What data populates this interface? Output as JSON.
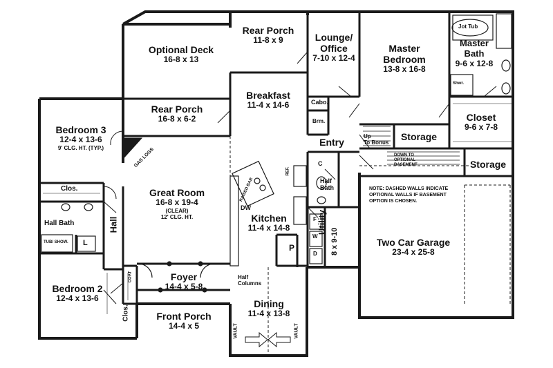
{
  "rooms": {
    "optional_deck": {
      "name": "Optional Deck",
      "dims": "16-8 x 13"
    },
    "rear_porch_top": {
      "name": "Rear Porch",
      "dims": "11-8 x 9"
    },
    "lounge": {
      "name": "Lounge/\nOffice",
      "dims": "7-10 x 12-4"
    },
    "master_bedroom": {
      "name": "Master\nBedroom",
      "dims": "13-8 x 16-8"
    },
    "master_bath": {
      "name": "Master\nBath",
      "dims": "9-6 x 12-8"
    },
    "jot_tub": {
      "name": "Jot Tub"
    },
    "shower": {
      "name": "Shwr."
    },
    "breakfast": {
      "name": "Breakfast",
      "dims": "11-4 x 14-6"
    },
    "rear_porch_mid": {
      "name": "Rear Porch",
      "dims": "16-8 x 6-2"
    },
    "bedroom3": {
      "name": "Bedroom 3",
      "dims": "12-4 x 13-6",
      "note": "9' CLG. HT. (TYP.)"
    },
    "cabinet": {
      "name": "Cabo."
    },
    "broom": {
      "name": "Brm."
    },
    "closet_master": {
      "name": "Closet",
      "dims": "9-6 x 7-8"
    },
    "storage_upper": {
      "name": "Storage"
    },
    "entry": {
      "name": "Entry"
    },
    "up_to_bonus": {
      "name": "Up\nTo Bonus"
    },
    "down_to_basement": {
      "name": "DOWN TO\nOPTIONAL\nBASEMENT"
    },
    "storage_lower": {
      "name": "Storage"
    },
    "great_room": {
      "name": "Great Room",
      "dims": "16-8 x 19-4",
      "clear": "(CLEAR)",
      "ceiling": "12' CLG. HT."
    },
    "gas_logs": {
      "name": "GAS LOGS"
    },
    "raised_bar": {
      "name": "RAISED BAR"
    },
    "dw": {
      "name": "DW"
    },
    "ref": {
      "name": "REF."
    },
    "closet_c": {
      "name": "C"
    },
    "half_bath": {
      "name": "Half\nBath"
    },
    "clos_upper": {
      "name": "Clos."
    },
    "hall_bath": {
      "name": "Hall Bath"
    },
    "tub_show": {
      "name": "TUB/ SHOW."
    },
    "linen": {
      "name": "L"
    },
    "hall": {
      "name": "Hall"
    },
    "kitchen": {
      "name": "Kitchen",
      "dims": "11-4 x 14-8"
    },
    "pantry": {
      "name": "P"
    },
    "utility": {
      "name": "Utility",
      "dims": "8 x 9-10"
    },
    "washer": {
      "name": "W"
    },
    "dryer": {
      "name": "D"
    },
    "freezer": {
      "name": "F"
    },
    "two_car_garage": {
      "name": "Two Car Garage",
      "dims": "23-4 x 25-8"
    },
    "garage_note": {
      "text": "NOTE: DASHED WALLS INDICATE\nOPTIONAL WALLS IF BASEMENT\nOPTION IS CHOSEN."
    },
    "foyer": {
      "name": "Foyer",
      "dims": "14-4 x 5-8"
    },
    "coat": {
      "name": "COAT"
    },
    "half_columns": {
      "name": "Half\nColumns"
    },
    "bedroom2": {
      "name": "Bedroom 2",
      "dims": "12-4 x 13-6"
    },
    "clos_lower": {
      "name": "Clos."
    },
    "front_porch": {
      "name": "Front Porch",
      "dims": "14-4 x 5"
    },
    "dining": {
      "name": "Dining",
      "dims": "11-4 x 13-8"
    },
    "vault_left": {
      "name": "VAULT"
    },
    "vault_right": {
      "name": "VAULT"
    }
  }
}
